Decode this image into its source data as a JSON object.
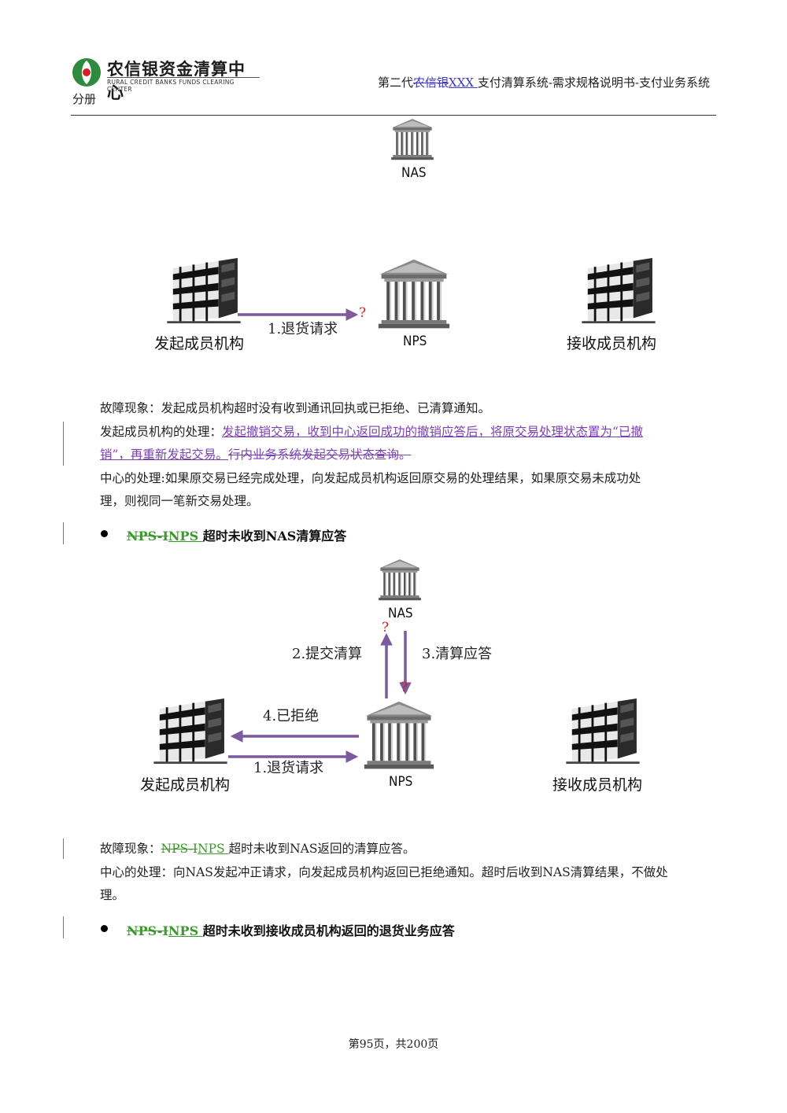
{
  "header": {
    "logo_cn": "农信银资金清算中心",
    "logo_en": "RURAL CREDIT BANKS FUNDS CLEARING CENTER",
    "title_prefix": "第二代",
    "title_deleted": "农信银",
    "title_inserted": "XXX ",
    "title_rest": "支付清算系统-需求规格说明书-支付业务系统",
    "title_line2": "分册"
  },
  "diagram1": {
    "nas_label": "NAS",
    "nps_label": "NPS",
    "sender_label": "发起成员机构",
    "receiver_label": "接收成员机构",
    "arrow1_label": "1.退货请求",
    "qmark": "?"
  },
  "section1": {
    "symptom": "故障现象：发起成员机构超时没有收到通讯回执或已拒绝、已清算通知。",
    "sender_prefix": "发起成员机构的处理：",
    "sender_inserted_1": "发起撤销交易，收到中心返回成功的撤销应答后，将原交易处理状态置为“已撤",
    "sender_inserted_2": "销”，再重新发起交易。",
    "sender_deleted": "行内业务系统发起交易状态查询。",
    "center_line1": "中心的处理:如果原交易已经完成处理，向发起成员机构返回原交易的处理结果，如果原交易未成功处",
    "center_line2": "理，则视同一笔新交易处理。"
  },
  "bullet1": {
    "deleted": "NPS-I",
    "inserted": "NPS ",
    "text": "超时未收到NAS清算应答"
  },
  "diagram2": {
    "nas_label": "NAS",
    "nps_label": "NPS",
    "sender_label": "发起成员机构",
    "receiver_label": "接收成员机构",
    "arrow1_label": "1.退货请求",
    "arrow2_label": "2.提交清算",
    "arrow3_label": "3.清算应答",
    "arrow4_label": "4.已拒绝",
    "qmark": "?"
  },
  "section2": {
    "symptom_prefix": "故障现象：",
    "symptom_deleted": "NPS-I",
    "symptom_inserted": "NPS ",
    "symptom_rest": "超时未收到NAS返回的清算应答。",
    "center_line1": "中心的处理：向NAS发起冲正请求，向发起成员机构返回已拒绝通知。超时后收到NAS清算结果，不做处",
    "center_line2": "理。"
  },
  "bullet2": {
    "deleted": "NPS-I",
    "inserted": "NPS ",
    "text": "超时未收到接收成员机构返回的退货业务应答"
  },
  "footer": {
    "page_text": "第95页，共200页"
  },
  "colors": {
    "arrow": "#7b5a9e",
    "qmark": "#d42020",
    "inserted_purple": "#7a3fb0",
    "tracked_green": "#3a9a2a"
  }
}
